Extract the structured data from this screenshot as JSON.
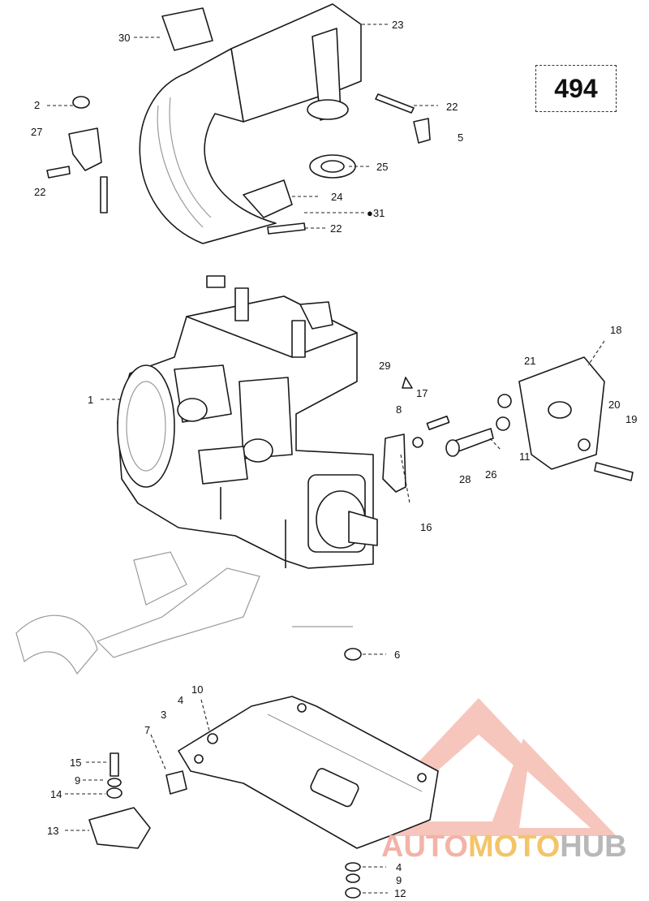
{
  "page_number": "494",
  "callouts": {
    "c1": "1",
    "c2": "2",
    "c3": "3",
    "c4a": "4",
    "c4b": "4",
    "c5": "5",
    "c6": "6",
    "c7": "7",
    "c8": "8",
    "c9a": "9",
    "c9b": "9",
    "c10": "10",
    "c11": "11",
    "c12": "12",
    "c13": "13",
    "c14": "14",
    "c15": "15",
    "c16": "16",
    "c17": "17",
    "c18": "18",
    "c19": "19",
    "c20": "20",
    "c21": "21",
    "c22a": "22",
    "c22b": "22",
    "c22c": "22",
    "c23": "23",
    "c24": "24",
    "c25": "25",
    "c26": "26",
    "c27": "27",
    "c28": "28",
    "c29": "29",
    "c30": "30",
    "c31": "31"
  },
  "watermark": {
    "part1": "AUTO",
    "part2": "MOTO",
    "part3": "HUB",
    "colors": {
      "red": "#f3b3a8",
      "yellow": "#f4c46a",
      "gray": "#b8b8b8"
    }
  }
}
